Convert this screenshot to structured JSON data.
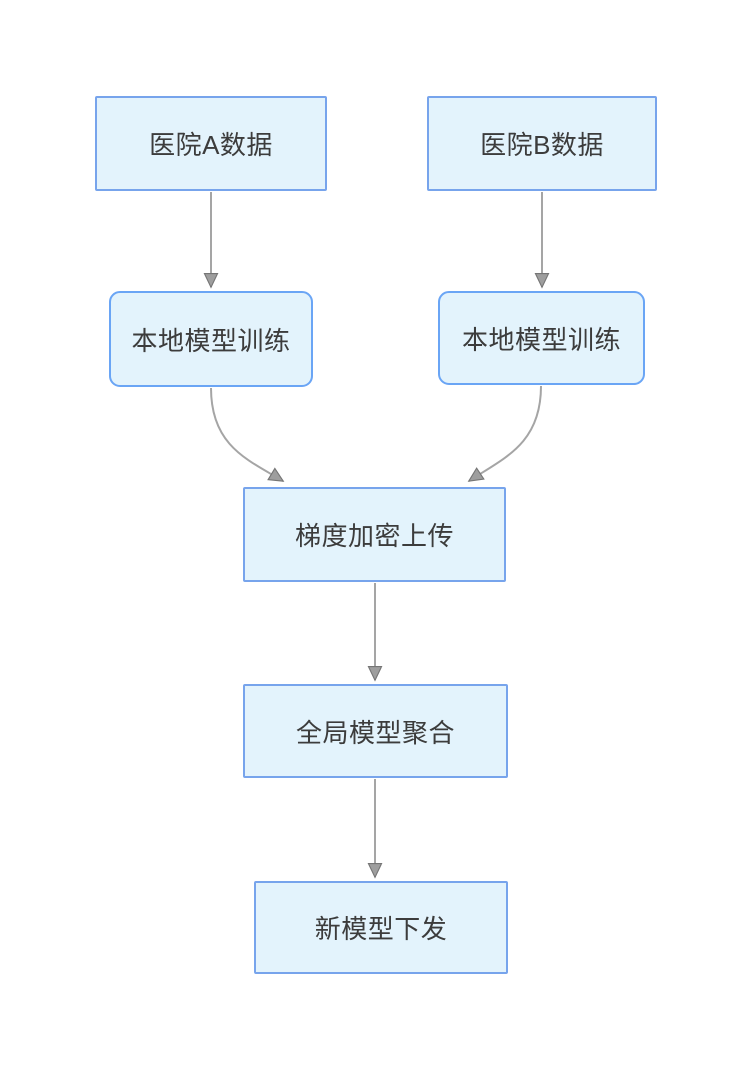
{
  "diagram": {
    "type": "flowchart",
    "nodes": [
      {
        "id": "hospital-a-data",
        "label": "医院A数据",
        "shape": "rectangle"
      },
      {
        "id": "hospital-b-data",
        "label": "医院B数据",
        "shape": "rectangle"
      },
      {
        "id": "local-model-training-a",
        "label": "本地模型训练",
        "shape": "rounded-rectangle"
      },
      {
        "id": "local-model-training-b",
        "label": "本地模型训练",
        "shape": "rounded-rectangle"
      },
      {
        "id": "gradient-encrypted-upload",
        "label": "梯度加密上传",
        "shape": "rectangle"
      },
      {
        "id": "global-model-aggregation",
        "label": "全局模型聚合",
        "shape": "rectangle"
      },
      {
        "id": "new-model-distribution",
        "label": "新模型下发",
        "shape": "rectangle"
      }
    ],
    "edges": [
      {
        "from": "hospital-a-data",
        "to": "local-model-training-a"
      },
      {
        "from": "hospital-b-data",
        "to": "local-model-training-b"
      },
      {
        "from": "local-model-training-a",
        "to": "gradient-encrypted-upload"
      },
      {
        "from": "local-model-training-b",
        "to": "gradient-encrypted-upload"
      },
      {
        "from": "gradient-encrypted-upload",
        "to": "global-model-aggregation"
      },
      {
        "from": "global-model-aggregation",
        "to": "new-model-distribution"
      }
    ],
    "colors": {
      "canvas_bg": "#ffffff",
      "node_fill": "#e3f3fc",
      "node_border": "#77a4ec",
      "rounded_node_border": "#6aa5f5",
      "node_text": "#3c3c3c",
      "edge_line": "#a5a5a5",
      "edge_arrow_fill": "#9e9e9e",
      "edge_arrow_stroke": "#757575"
    }
  }
}
